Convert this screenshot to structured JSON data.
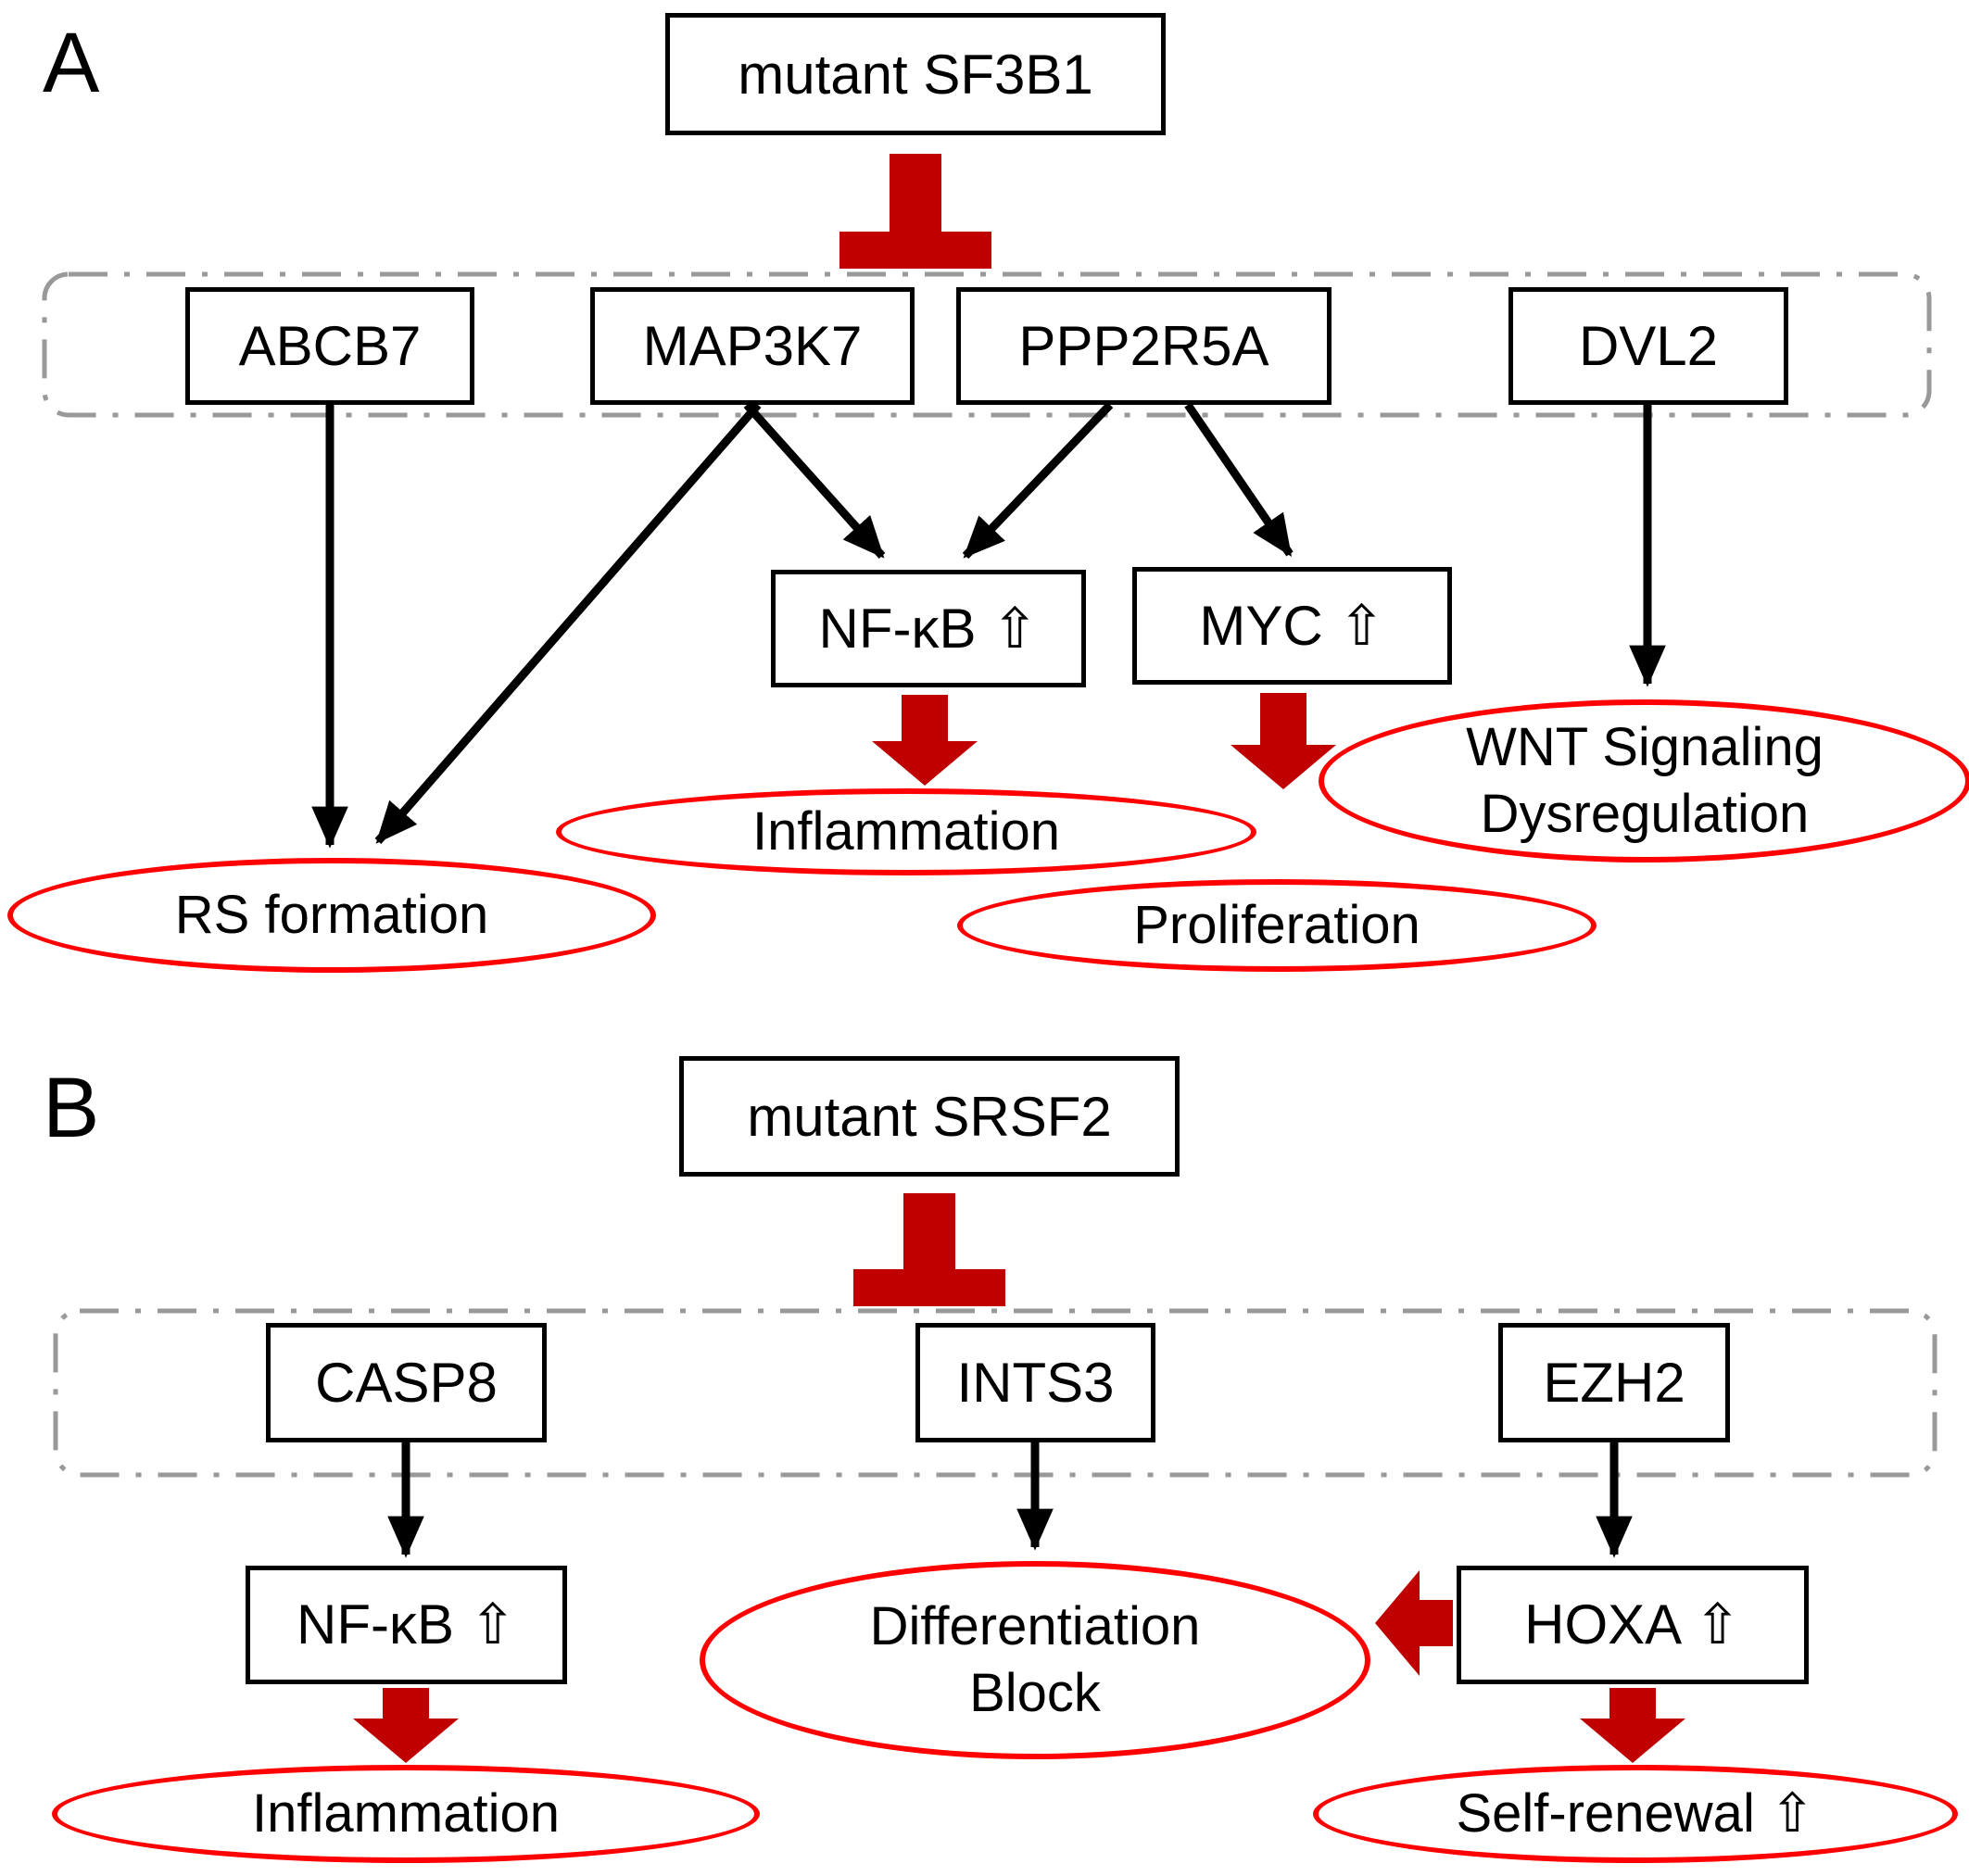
{
  "colors": {
    "arrow_red": "#c00000",
    "ellipse_red": "#ff0000",
    "dash_gray": "#999999",
    "box_border": "#000000"
  },
  "panelA": {
    "label": "A",
    "mutant": "mutant SF3B1",
    "genes": [
      "ABCB7",
      "MAP3K7",
      "PPP2R5A",
      "DVL2"
    ],
    "intermediates": [
      "NF-κB ⇧",
      "MYC ⇧"
    ],
    "outcomes": {
      "rs_formation": "RS formation",
      "inflammation": "Inflammation",
      "proliferation": "Proliferation",
      "wnt_line1": "WNT Signaling",
      "wnt_line2": "Dysregulation"
    }
  },
  "panelB": {
    "label": "B",
    "mutant": "mutant SRSF2",
    "genes": [
      "CASP8",
      "INTS3",
      "EZH2"
    ],
    "intermediates": [
      "NF-κB ⇧",
      "HOXA ⇧"
    ],
    "outcomes": {
      "inflammation": "Inflammation",
      "diff_line1": "Differentiation",
      "diff_line2": "Block",
      "self_renewal": "Self-renewal ⇧"
    }
  }
}
